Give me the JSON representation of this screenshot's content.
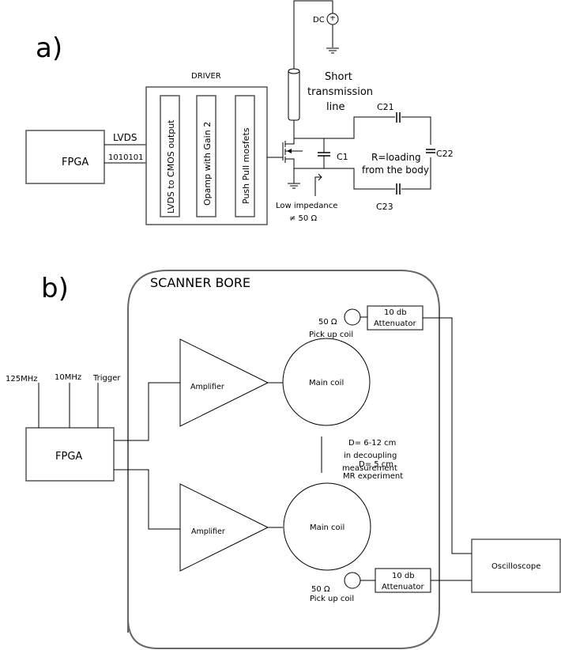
{
  "panel_a": {
    "label": "a)",
    "fpga": "FPGA",
    "lvds_label": "LVDS",
    "bits_label": "1010101",
    "driver_title": "DRIVER",
    "driver_blocks": [
      "LVDS to CMOS output",
      "Opamp with Gain 2",
      "Push Pull mosfets"
    ],
    "dc_label": "DC",
    "tline_label": [
      "Short",
      "transmission",
      "line"
    ],
    "c1": "C1",
    "c21": "C21",
    "c22": "C22",
    "c23": "C23",
    "load_label": [
      "R=loading",
      "from the body"
    ],
    "impedance_label": [
      "Low impedance",
      "≠ 50 Ω"
    ]
  },
  "panel_b": {
    "label": "b)",
    "bore_title": "SCANNER BORE",
    "fpga": "FPGA",
    "inputs": [
      "125MHz",
      "10MHz",
      "Trigger"
    ],
    "amplifier": "Amplifier",
    "main_coil": "Main coil",
    "pickup_ohm": "50 Ω",
    "pickup_label": "Pick up coil",
    "attenuator": [
      "10 db",
      "Attenuator"
    ],
    "distance_decoupling": [
      "D= 6-12 cm",
      "in decoupling",
      "measurement"
    ],
    "distance_mr": [
      "D= 5 cm",
      "MR experiment"
    ],
    "oscilloscope": "Oscilloscope"
  }
}
